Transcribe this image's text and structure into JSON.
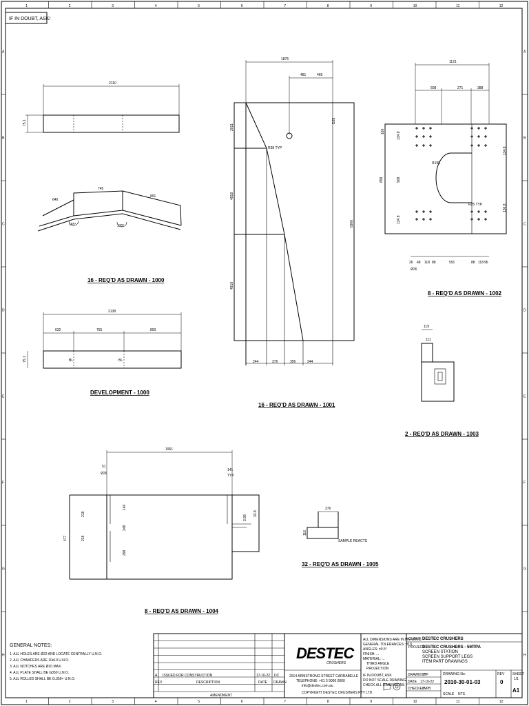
{
  "sheet": {
    "col_labels": [
      "1",
      "2",
      "3",
      "4",
      "5",
      "6",
      "7",
      "8",
      "9",
      "10",
      "11",
      "12"
    ],
    "row_labels": [
      "A",
      "B",
      "C",
      "D",
      "E",
      "F",
      "G",
      "H"
    ],
    "warning": "IF IN DOUBT, ASK!"
  },
  "views": {
    "v1000": {
      "label": "16 - REQ'D AS DRAWN - 1000",
      "dim_total": "2110",
      "dim_h": "75.1",
      "dim_a": "745",
      "dim_b": "891",
      "dim_c": "640",
      "bend_a": "165°",
      "bend_b": "170°"
    },
    "dev1000": {
      "label": "DEVELOPMENT - 1000",
      "dim_total": "2138",
      "dim_a": "632",
      "dim_b": "755",
      "dim_c": "893",
      "dim_h": "75.1",
      "mark_a": "BL",
      "mark_b": "BL"
    },
    "v1001": {
      "label": "16 - REQ'D AS DRAWN - 1001",
      "dim_top": "1875",
      "dim_hole_a": "481",
      "dim_hole_b": "465",
      "dim_r": "R38 TYP",
      "dim_d": "D25",
      "dim_left_a": "2011",
      "dim_left_b": "4918",
      "dim_left_c": "4918",
      "dim_right": "6900",
      "dim_b1": "244",
      "dim_b2": "376",
      "dim_b3": "356",
      "dim_b4": "244"
    },
    "v1002": {
      "label": "8 - REQ'D AS DRAWN - 1002",
      "dim_top": "1121",
      "dim_t1": "508",
      "dim_t2": "271",
      "dim_t3": "388",
      "dim_l1": "160",
      "dim_l2": "134.8",
      "dim_l3": "908",
      "dim_l4": "134.8",
      "dim_r1": "134.8",
      "dim_r2": "136.8",
      "dim_arc": "R198",
      "dim_rtyp": "R25 TYP",
      "dim_left_total": "658",
      "dim_b1": "26",
      "dim_b2": "48",
      "dim_b3": "118",
      "dim_b4": "88",
      "dim_b5": "591",
      "dim_b6": "88",
      "dim_b7": "118",
      "dim_b8": "96",
      "dim_b9": "Ø26"
    },
    "v1003": {
      "label": "2 - REQ'D AS DRAWN - 1003",
      "dim_a": "119",
      "dim_b": "111"
    },
    "v1004": {
      "label": "8 - REQ'D AS DRAWN - 1004",
      "dim_top": "1951",
      "dim_l": "51",
      "dim_l2": "Ø26",
      "dim_r": "141",
      "dim_r2": "TYP",
      "dim_h": "477",
      "dim_h2": "3.98",
      "dim_h3": "33.8",
      "dim_v1": "218",
      "dim_v2": "218",
      "dim_v3": "140",
      "dim_v4": "248",
      "dim_v5": "298"
    },
    "v1005": {
      "label": "32 - REQ'D AS DRAWN - 1005",
      "dim_w": "276",
      "dim_h": "116",
      "note": "SAMPLE REACTS"
    }
  },
  "notes": {
    "title": "GENERAL NOTES:",
    "items": [
      "1. ALL HOLES ARE Ø22 AND LOCATE CENTRALLY U.N.O.",
      "2. ALL CHAMFERS ARE 10x10 U.N.O.",
      "3. ALL NOTCHES ARE Ø10 MAX.",
      "4. ALL PLATE SHALL BE G350 U.N.O.",
      "5. ALL ROLLED SHALL BE G.350+ U.N.O."
    ]
  },
  "title_block": {
    "revision": {
      "rev": "A",
      "desc": "ISSUED FOR CONSTRUCTION",
      "date": "17-10-22",
      "by": "DC"
    },
    "rev_headers": {
      "rev": "REV",
      "desc": "DESCRIPTION",
      "date": "DATE",
      "by": "DRAWN"
    },
    "amendment": "AMENDMENT",
    "logo": "DESTEC",
    "logo_sub": "CRUSHERS",
    "company_lines": [
      "2014 ARMSTRONG STREET CARRABELLE",
      "TELEPHONE: +61 3 9000 0000",
      "info@destec.com.au"
    ],
    "copyright": "COPYRIGHT DESTEC CRUSHERS PTY LTD",
    "tolerance_lines": [
      "ALL DIMENSIONS ARE IN MM U.N.O.",
      "GENERAL TOLERANCES: ±0.5",
      "ANGLES: ±0.5°",
      "FINISH: ...",
      "MATERIAL: ...",
      "THIRD ANGLE",
      "PROJECTION"
    ],
    "approval_lines": [
      "IF IN DOUBT, ASK",
      "DO NOT SCALE DRAWING",
      "CHECK ALL DIMENSIONS"
    ],
    "client_label": "CLIENT",
    "client": "DESTEC CRUSHERS",
    "project_label": "PROJECT",
    "project_lines": [
      "DESTEC CRUSHERS - 5MTPA",
      "SCREEN STATION",
      "SCREEN SUPPORT LEGS",
      "ITEM PART DRAWINGS"
    ],
    "drawn_label": "DRAWN BY",
    "drawn": "STP",
    "date_label": "DATE",
    "date": "17-10-22",
    "check_label": "CHECKED",
    "check": "WPB",
    "dwg_label": "DRAWING No.",
    "dwg": "2010-30-01-03",
    "rev_label": "REV",
    "rev": "0",
    "size": "A1",
    "sheet_label": "SHEET",
    "sheet": "1/1",
    "scale_label": "SCALE",
    "scale": "NTS"
  }
}
